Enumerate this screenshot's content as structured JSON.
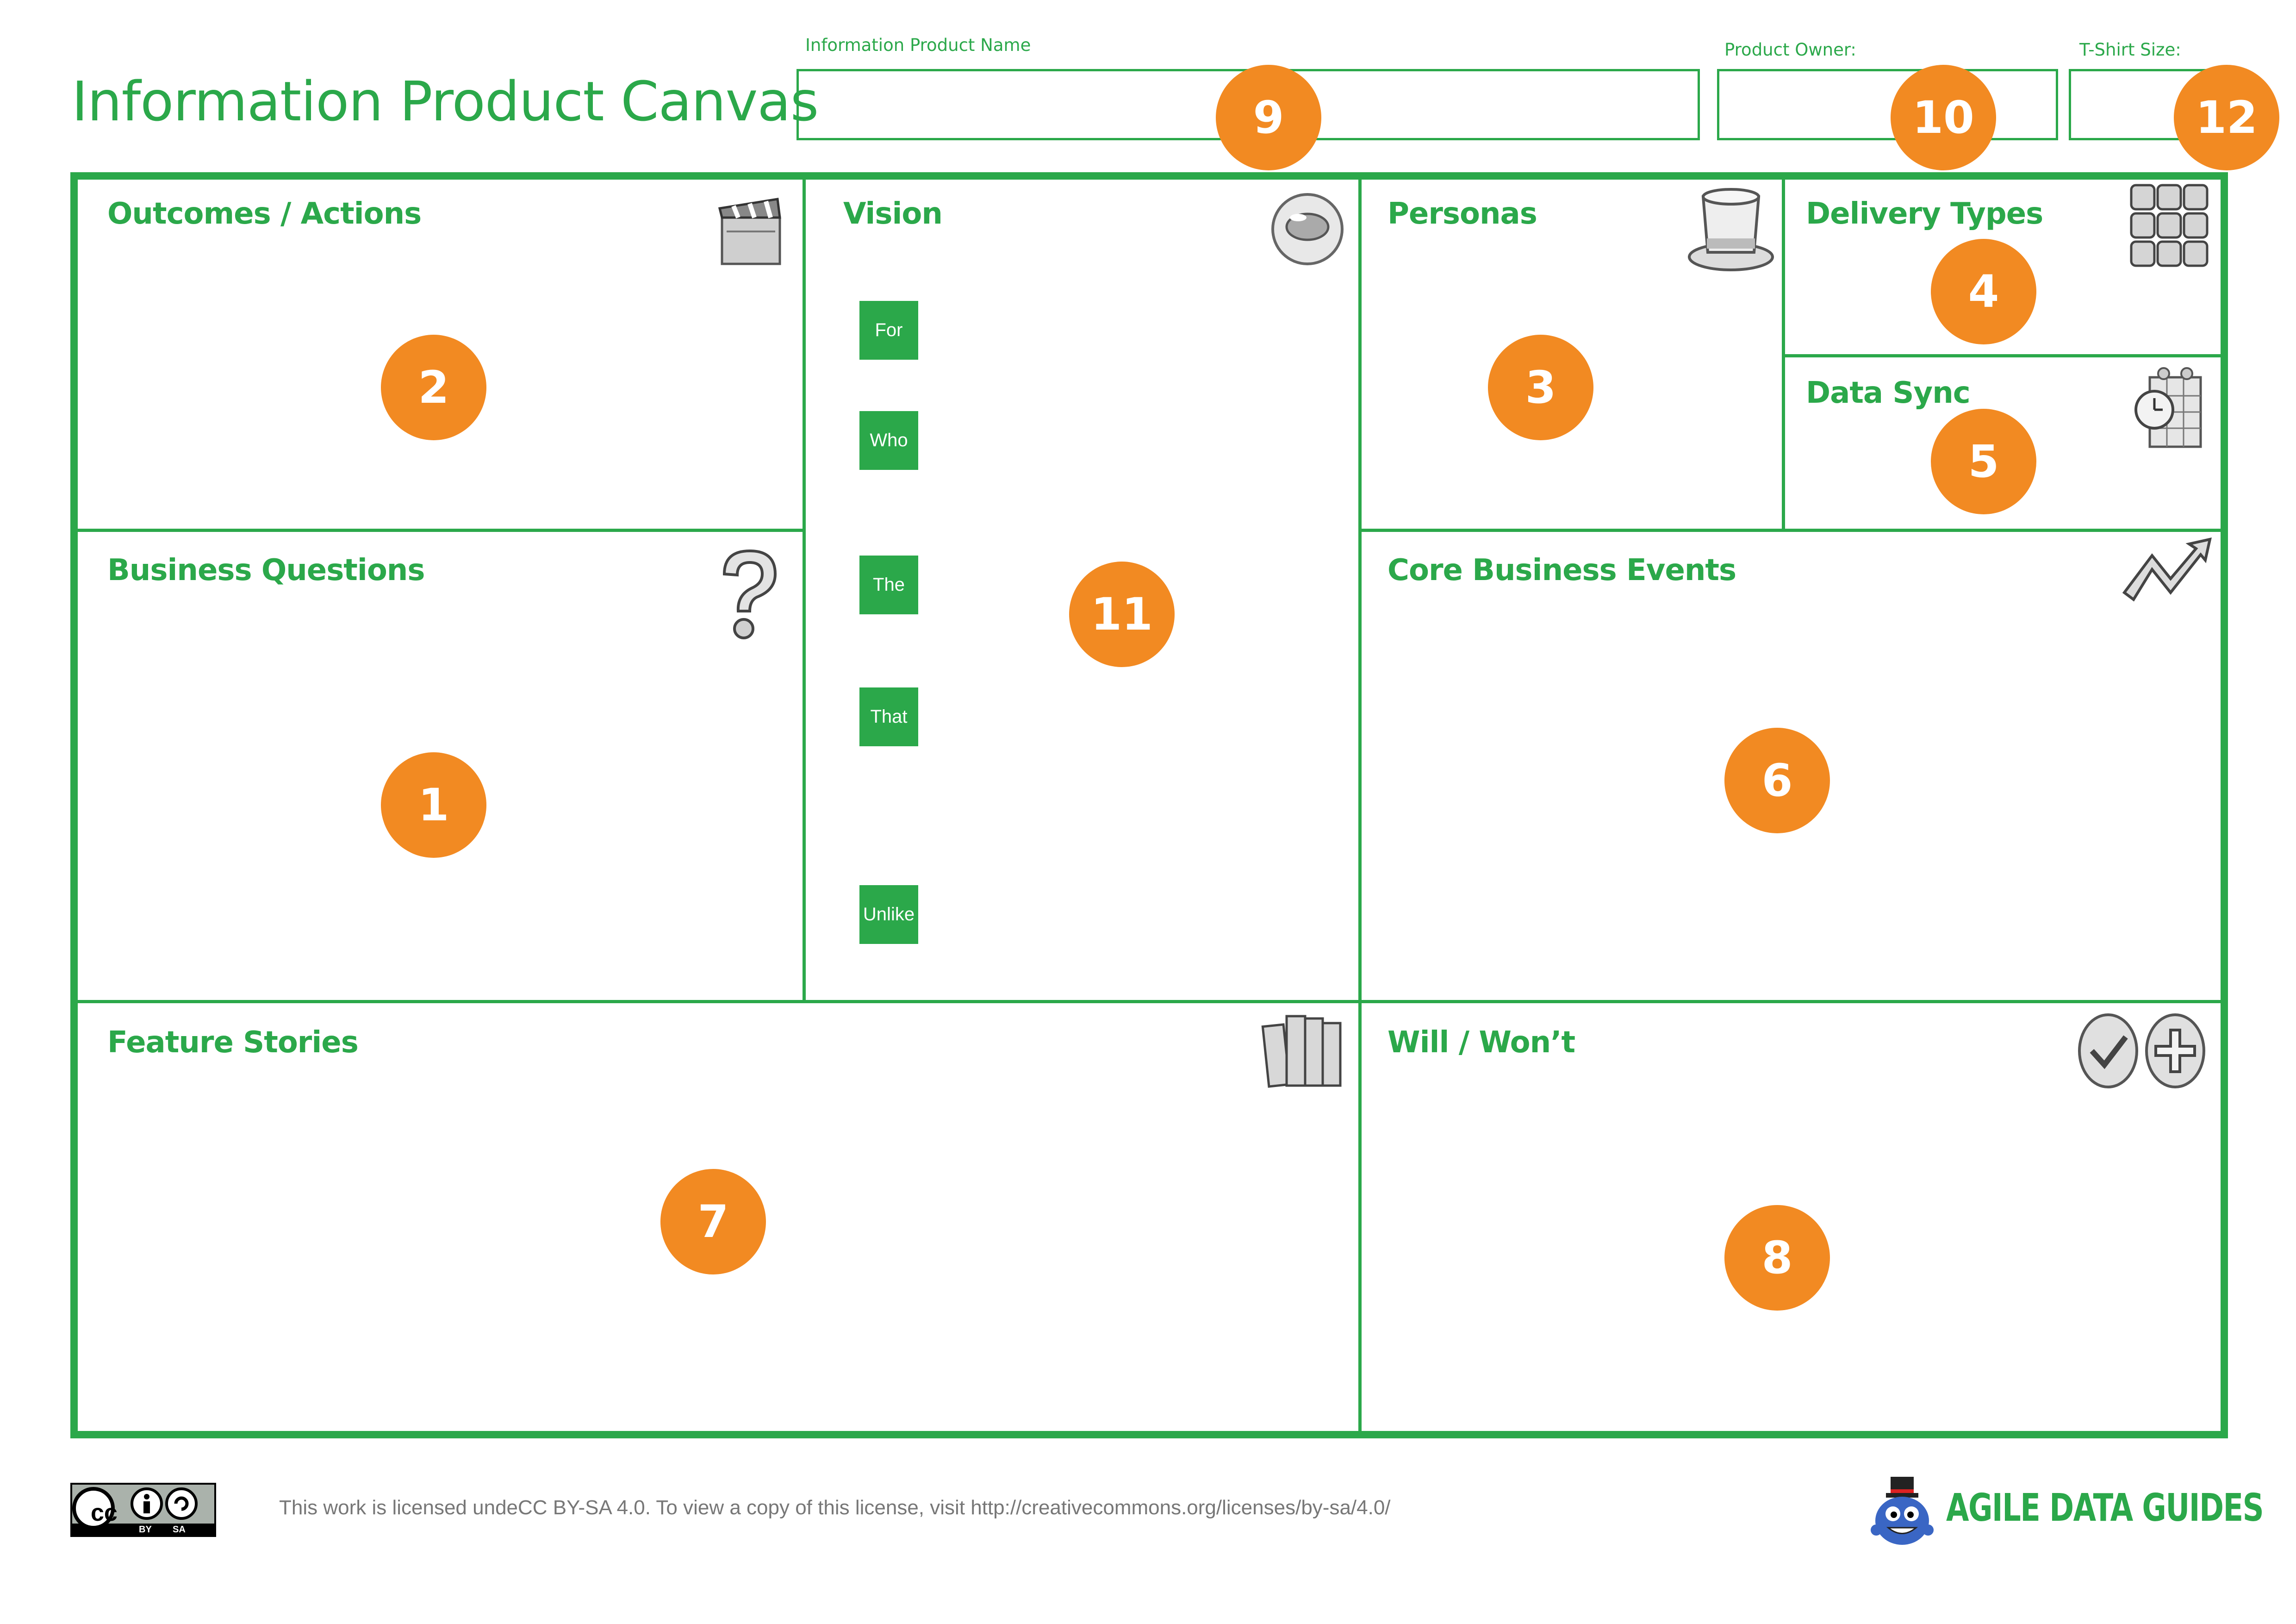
{
  "header": {
    "title": "Information Product Canvas",
    "product_name_label": "Information Product Name",
    "product_owner_label": "Product Owner:",
    "tshirt_label": "T-Shirt Size:"
  },
  "sections": {
    "outcomes": "Outcomes / Actions",
    "business_questions": "Business Questions",
    "vision": "Vision",
    "personas": "Personas",
    "delivery_types": "Delivery Types",
    "data_sync": "Data Sync",
    "core_events": "Core Business Events",
    "feature_stories": "Feature Stories",
    "will_wont": "Will / Won’t"
  },
  "vision_tags": [
    "For",
    "Who",
    "The",
    "That",
    "Unlike"
  ],
  "badges": {
    "b1": "1",
    "b2": "2",
    "b3": "3",
    "b4": "4",
    "b5": "5",
    "b6": "6",
    "b7": "7",
    "b8": "8",
    "b9": "9",
    "b10": "10",
    "b11": "11",
    "b12": "12"
  },
  "footer": {
    "cc_by": "BY",
    "cc_sa": "SA",
    "license_text": "This work is licensed undeCC BY-SA 4.0. To view a copy of this license, visit  http://creativecommons.org/licenses/by-sa/4.0/",
    "brand": "AGILE DATA GUIDES"
  },
  "colors": {
    "accent": "#2ba84a",
    "badge": "#f28a22"
  },
  "icons": [
    "clapperboard-icon",
    "crystal-ball-icon",
    "top-hat-icon",
    "cubes-grid-icon",
    "calendar-clock-icon",
    "question-mark-icon",
    "zigzag-arrow-icon",
    "books-icon",
    "check-icon",
    "plus-icon",
    "creative-commons-icon",
    "mascot-logo-icon"
  ]
}
